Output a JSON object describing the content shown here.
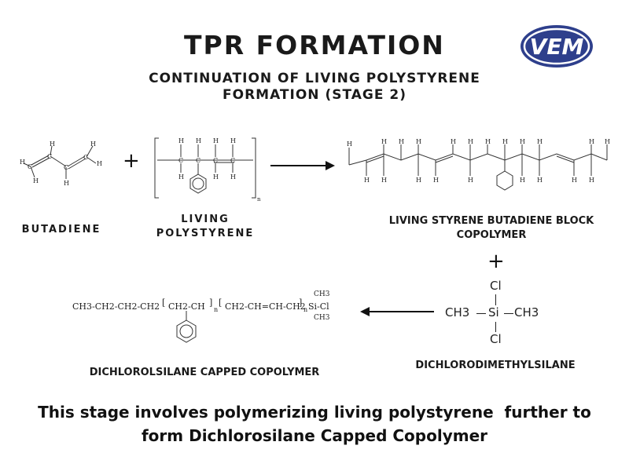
{
  "header": {
    "title": "TPR FORMATION",
    "subtitle_line1": "CONTINUATION OF LIVING POLYSTYRENE",
    "subtitle_line2": "FORMATION (STAGE 2)",
    "logo_text": "VEM",
    "logo_color": "#2e3f8c"
  },
  "diagram": {
    "butadiene_label": "BUTADIENE",
    "living_ps_line1": "LIVING",
    "living_ps_line2": "POLYSTYRENE",
    "plus": "+",
    "block_line1": "LIVING STYRENE BUTADIENE BLOCK",
    "block_line2": "COPOLYMER",
    "plus2": "+",
    "silane_label": "DICHLORODIMETHYLSILANE",
    "capped_label": "DICHLOROLSILANE CAPPED COPOLYMER",
    "silane_formula": {
      "cl_top": "Cl",
      "left_group": "CH3",
      "center": "Si",
      "right_group": "CH3",
      "cl_bottom": "Cl"
    },
    "capped_formula": {
      "chain": "CH3-CH2-CH2-CH2",
      "unit1": "CH2-CH",
      "n1": "n",
      "unit2": "CH2-CH=CH-CH2",
      "n2": "n",
      "si_group": "Si-Cl",
      "ch3_top": "CH3",
      "ch3_bottom": "CH3"
    },
    "living_ps_n": "n"
  },
  "footer": {
    "line1": "This stage involves polymerizing living polystyrene  further to",
    "line2": "form Dichlorosilane Capped Copolymer"
  }
}
